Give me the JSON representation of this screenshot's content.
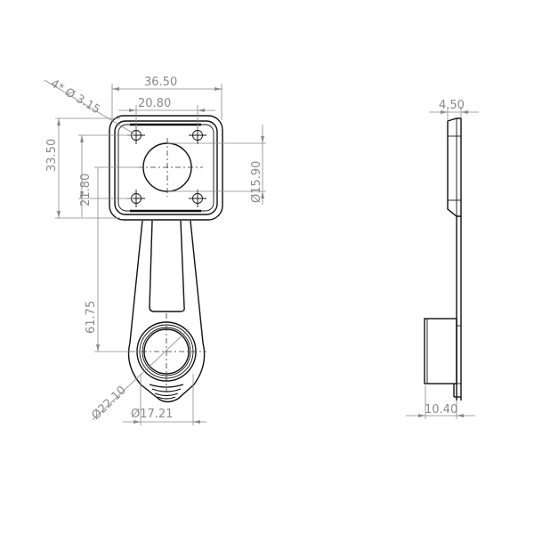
{
  "drawing": {
    "type": "engineering drawing",
    "views": [
      "front",
      "side"
    ]
  },
  "front_view": {
    "dimensions": {
      "overall_width": "36.50",
      "hole_spacing_x": "20.80",
      "hole_callout": "4* Ø 3.15",
      "overall_height_plate": "33.50",
      "hole_spacing_y": "21.80",
      "center_bore": "Ø15.90",
      "arm_length": "61.75",
      "boss_outer": "Ø22.10",
      "boss_inner": "Ø17.21"
    }
  },
  "side_view": {
    "dimensions": {
      "plate_thickness": "4.50",
      "boss_depth": "10.40"
    }
  },
  "colors": {
    "dimension": "#8a8a8a",
    "geometry": "#111111",
    "background": "#ffffff"
  }
}
